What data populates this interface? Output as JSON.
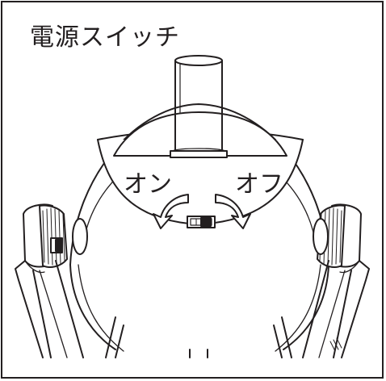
{
  "title": "電源スイッチ",
  "labels": {
    "on": "オン",
    "off": "オフ"
  },
  "colors": {
    "line": "#231f20",
    "background": "#ffffff"
  },
  "icons": [
    "rotate-left-arrow-icon",
    "rotate-right-arrow-icon",
    "power-slide-switch-icon"
  ]
}
